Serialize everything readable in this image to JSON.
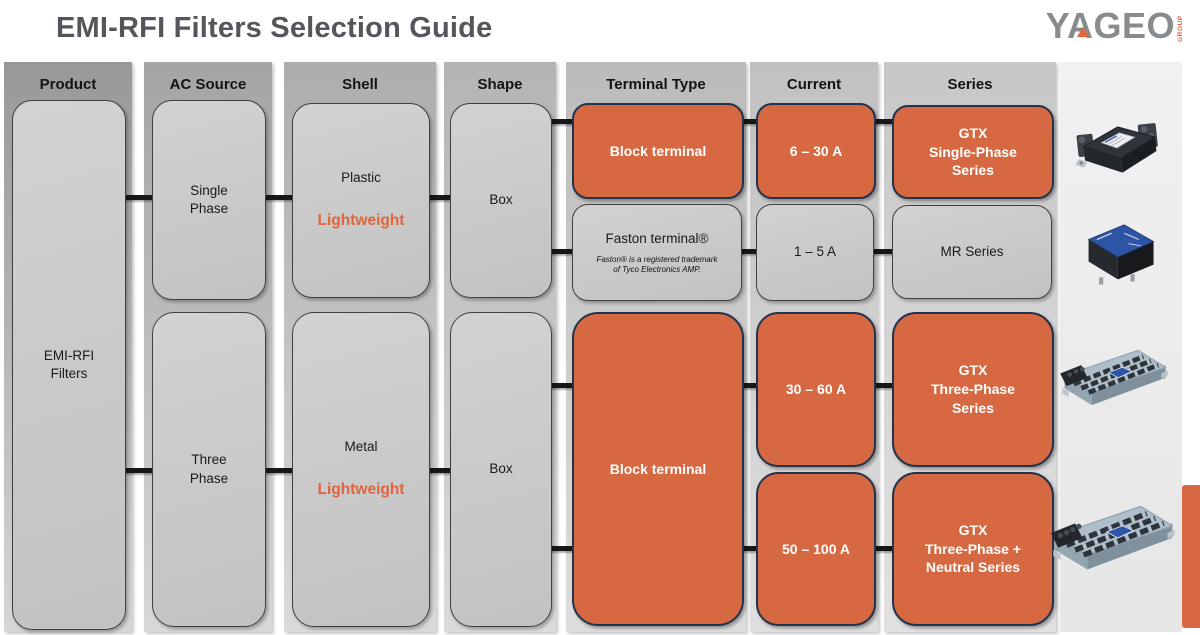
{
  "page": {
    "title": "EMI-RFI Filters Selection Guide"
  },
  "logo": {
    "brand": "YAGEO",
    "group": "GROUP"
  },
  "colors": {
    "orange_box": "#D66942",
    "orange_box_border": "#22334C",
    "accent_text_orange": "#E0653C",
    "gray_box": "#C8C8C8",
    "title_text": "#53565A",
    "logo_gray": "#898C8F",
    "connector": "#171717"
  },
  "columns": [
    {
      "header": "Product"
    },
    {
      "header": "AC Source"
    },
    {
      "header": "Shell"
    },
    {
      "header": "Shape"
    },
    {
      "header": "Terminal Type"
    },
    {
      "header": "Current"
    },
    {
      "header": "Series"
    }
  ],
  "nodes": {
    "product": {
      "label": "EMI-RFI\nFilters"
    },
    "ac_single": {
      "label": "Single\nPhase"
    },
    "ac_three": {
      "label": "Three\nPhase"
    },
    "shell_plastic": {
      "material": "Plastic",
      "feature": "Lightweight"
    },
    "shell_metal": {
      "material": "Metal",
      "feature": "Lightweight"
    },
    "shape_top": {
      "label": "Box"
    },
    "shape_bottom": {
      "label": "Box"
    },
    "terminal_block_top": {
      "label": "Block terminal"
    },
    "terminal_faston": {
      "label": "Faston terminal®",
      "note": "Faston® is a registered trademark\nof Tyco Electronics AMP."
    },
    "terminal_block_bottom": {
      "label": "Block terminal"
    },
    "current_6_30": {
      "label": "6 – 30 A"
    },
    "current_1_5": {
      "label": "1 – 5 A"
    },
    "current_30_60": {
      "label": "30 – 60 A"
    },
    "current_50_100": {
      "label": "50 – 100 A"
    },
    "series_gtx_single": {
      "label": "GTX\nSingle-Phase\nSeries"
    },
    "series_mr": {
      "label": "MR Series"
    },
    "series_gtx_three": {
      "label": "GTX\nThree-Phase\nSeries"
    },
    "series_gtx_three_neutral": {
      "label": "GTX\nThree-Phase +\nNeutral Series"
    }
  },
  "photos": [
    {
      "name": "gtx-single-phase-filter-photo"
    },
    {
      "name": "mr-series-filter-photo"
    },
    {
      "name": "gtx-three-phase-filter-photo"
    },
    {
      "name": "gtx-three-phase-neutral-filter-photo"
    }
  ],
  "edges": [
    {
      "from": "product",
      "to": "ac_single"
    },
    {
      "from": "product",
      "to": "ac_three"
    },
    {
      "from": "ac_single",
      "to": "shell_plastic"
    },
    {
      "from": "shell_plastic",
      "to": "shape_top"
    },
    {
      "from": "shape_top",
      "to": "terminal_block_top"
    },
    {
      "from": "shape_top",
      "to": "terminal_faston"
    },
    {
      "from": "terminal_block_top",
      "to": "current_6_30"
    },
    {
      "from": "terminal_faston",
      "to": "current_1_5"
    },
    {
      "from": "current_6_30",
      "to": "series_gtx_single"
    },
    {
      "from": "current_1_5",
      "to": "series_mr"
    },
    {
      "from": "ac_three",
      "to": "shell_metal"
    },
    {
      "from": "shell_metal",
      "to": "shape_bottom"
    },
    {
      "from": "shape_bottom",
      "to": "terminal_block_bottom"
    },
    {
      "from": "terminal_block_bottom",
      "to": "current_30_60"
    },
    {
      "from": "terminal_block_bottom",
      "to": "current_50_100"
    },
    {
      "from": "current_30_60",
      "to": "series_gtx_three"
    },
    {
      "from": "current_50_100",
      "to": "series_gtx_three_neutral"
    }
  ]
}
